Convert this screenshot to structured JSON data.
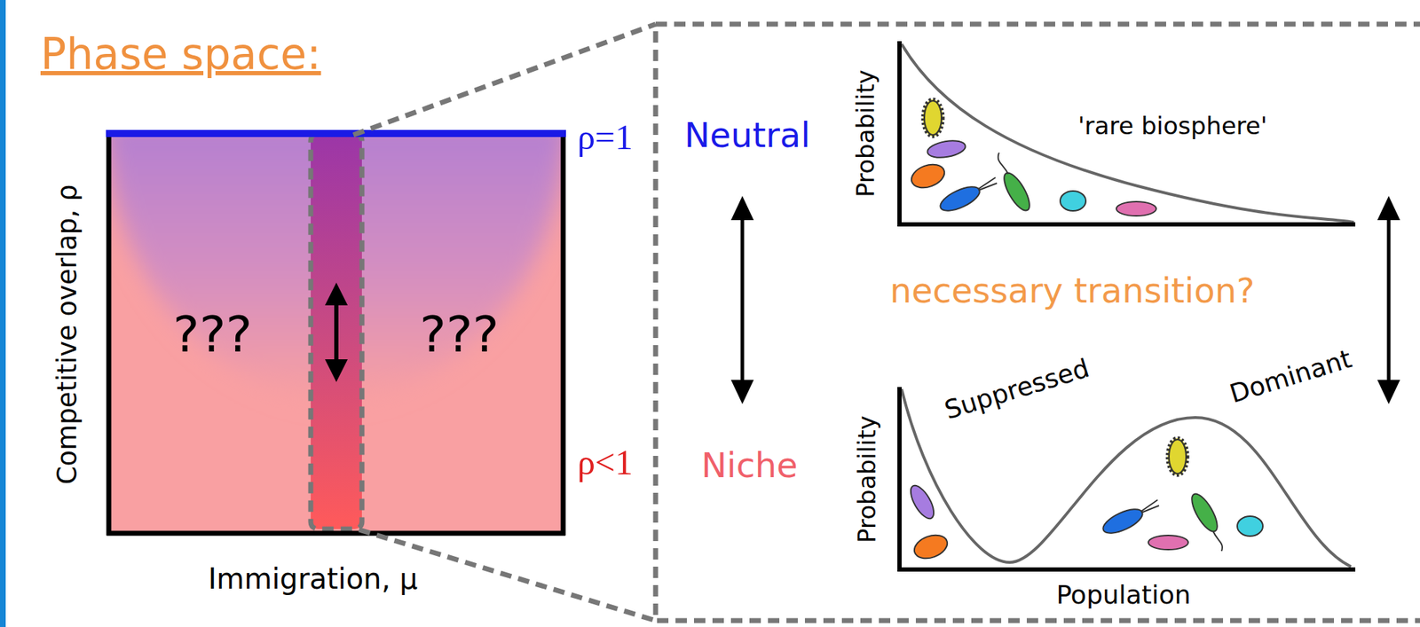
{
  "diagram": {
    "title": "Phase space:",
    "nodes": [
      {
        "text": [
          "???",
          "???"
        ]
      },
      {
        "text": [
          "Neutral",
          "Niche",
          "necessary transition?"
        ]
      }
    ],
    "labels": [
      "Competitive overlap, ρ",
      "Immigration, μ",
      "ρ=1",
      "ρ<1",
      "Probability",
      "'rare biosphere'",
      "Probability",
      "Suppressed",
      "Dominant",
      "Population"
    ]
  }
}
